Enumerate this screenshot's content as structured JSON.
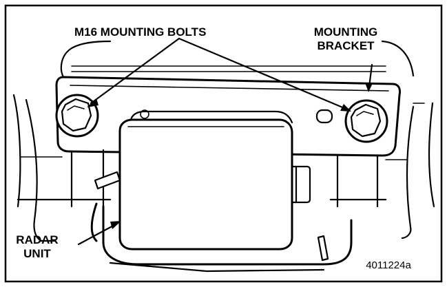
{
  "labels": {
    "bolts": "M16 MOUNTING BOLTS",
    "bracket_line1": "MOUNTING",
    "bracket_line2": "BRACKET",
    "radar_line1": "RADAR",
    "radar_line2": "UNIT"
  },
  "figure_id": "4011224a",
  "colors": {
    "ink": "#000000",
    "background": "#ffffff",
    "shading": "#cfcfcf"
  }
}
